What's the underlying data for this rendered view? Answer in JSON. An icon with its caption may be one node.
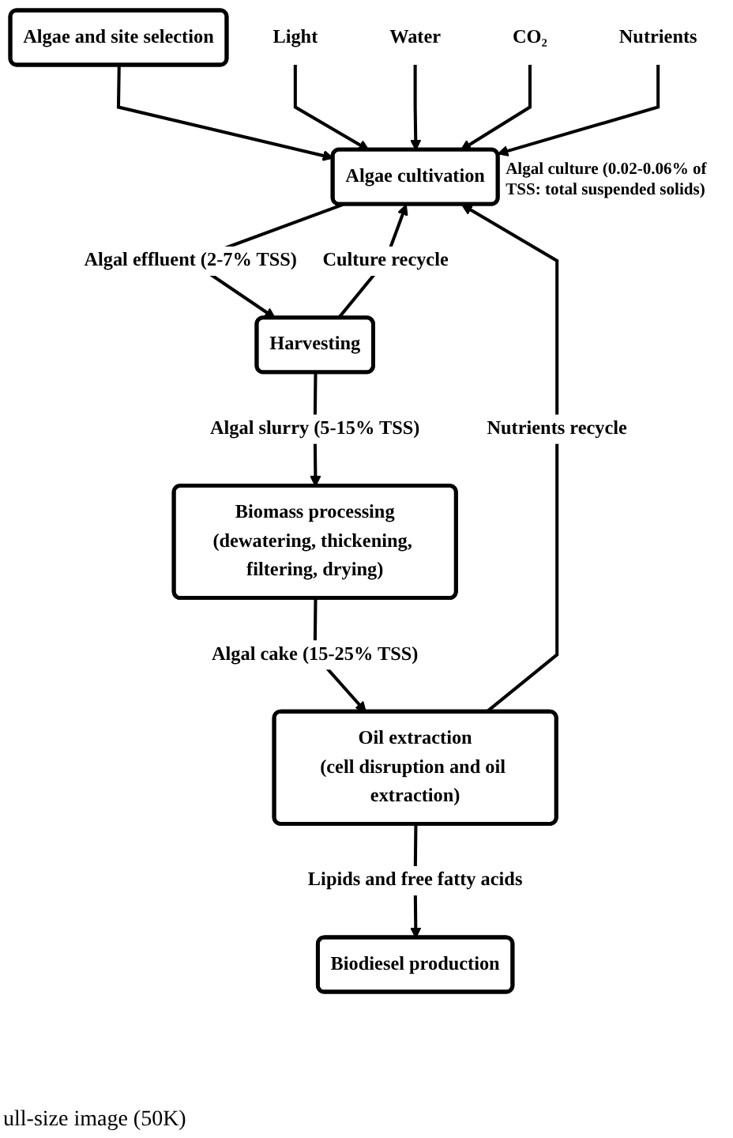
{
  "diagram": {
    "nodes": [
      {
        "text": [
          "Algae and site selection"
        ]
      },
      {
        "text": [
          "Light"
        ]
      },
      {
        "text": [
          "Water"
        ]
      },
      {
        "text": [
          "CO₂"
        ]
      },
      {
        "text": [
          "Nutrients"
        ]
      },
      {
        "text": [
          "Algae cultivation"
        ],
        "beside": [
          "Algal culture (0.02-0.06% of TSS: total suspended solids)"
        ]
      },
      {
        "text": [
          "Harvesting"
        ]
      },
      {
        "text": [
          "Biomass processing",
          "(dewatering, thickening, filtering, drying)"
        ]
      },
      {
        "text": [
          "Oil extraction",
          "(cell disruption and oil extraction)"
        ]
      },
      {
        "text": [
          "Biodiesel production"
        ]
      }
    ],
    "edges": [
      {
        "from": 0,
        "to": 5,
        "arrow": "to"
      },
      {
        "from": 1,
        "to": 5,
        "arrow": "to"
      },
      {
        "from": 2,
        "to": 5,
        "arrow": "to"
      },
      {
        "from": 3,
        "to": 5,
        "arrow": "to"
      },
      {
        "from": 4,
        "to": 5,
        "arrow": "to"
      },
      {
        "from": 5,
        "to": 6,
        "arrow": "to",
        "label": "Algal effluent (2-7% TSS)"
      },
      {
        "from": 6,
        "to": 5,
        "arrow": "to",
        "label": "Culture recycle"
      },
      {
        "from": 6,
        "to": 7,
        "arrow": "to",
        "label": "Algal slurry (5-15% TSS)"
      },
      {
        "from": 7,
        "to": 8,
        "arrow": "to",
        "label": "Algal cake (15-25% TSS)"
      },
      {
        "from": 8,
        "to": 5,
        "arrow": "to",
        "label": "Nutrients recycle"
      },
      {
        "from": 8,
        "to": 9,
        "arrow": "to",
        "label": "Lipids and free fatty acids"
      }
    ],
    "labels": [
      "ull-size image (50K)"
    ]
  }
}
